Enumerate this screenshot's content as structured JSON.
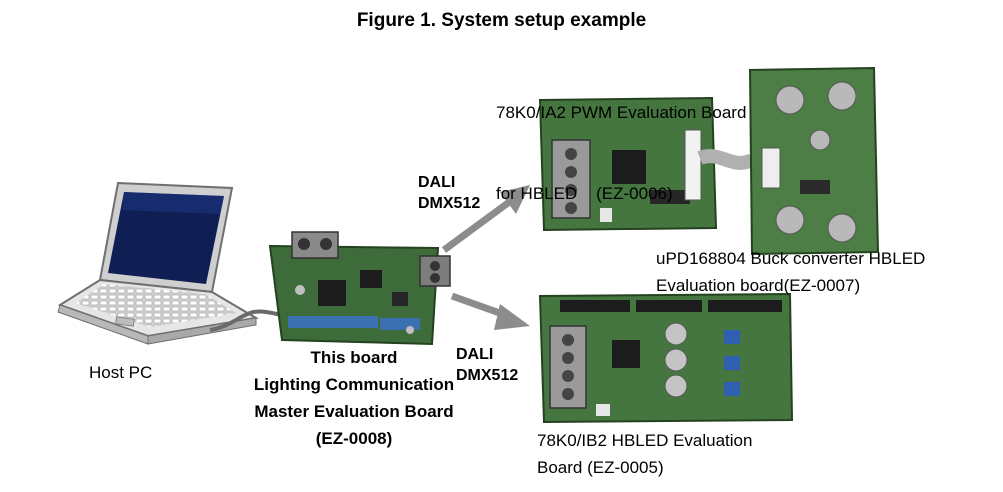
{
  "figure": {
    "title": "Figure 1. System setup example"
  },
  "host_pc": {
    "label": "Host PC"
  },
  "this_board": {
    "lines": [
      "This board",
      "Lighting Communication",
      "Master Evaluation Board",
      "(EZ-0008)"
    ]
  },
  "pwm_board": {
    "lines": [
      "78K0/IA2 PWM Evaluation Board",
      "for HBLED    (EZ-0006)"
    ]
  },
  "buck_board": {
    "lines": [
      "uPD168804 Buck converter HBLED",
      "Evaluation board(EZ-0007)"
    ]
  },
  "ib2_board": {
    "lines": [
      "78K0/IB2 HBLED Evaluation",
      "Board (EZ-0005)"
    ]
  },
  "links": {
    "upper": [
      "DALI",
      "DMX512"
    ],
    "lower": [
      "DALI",
      "DMX512"
    ]
  },
  "colors": {
    "pcb_green": "#3d6b3a",
    "pcb_dark": "#24421f",
    "arrow_gray": "#8c8c8c",
    "connector_gray": "#9a9a9a"
  }
}
